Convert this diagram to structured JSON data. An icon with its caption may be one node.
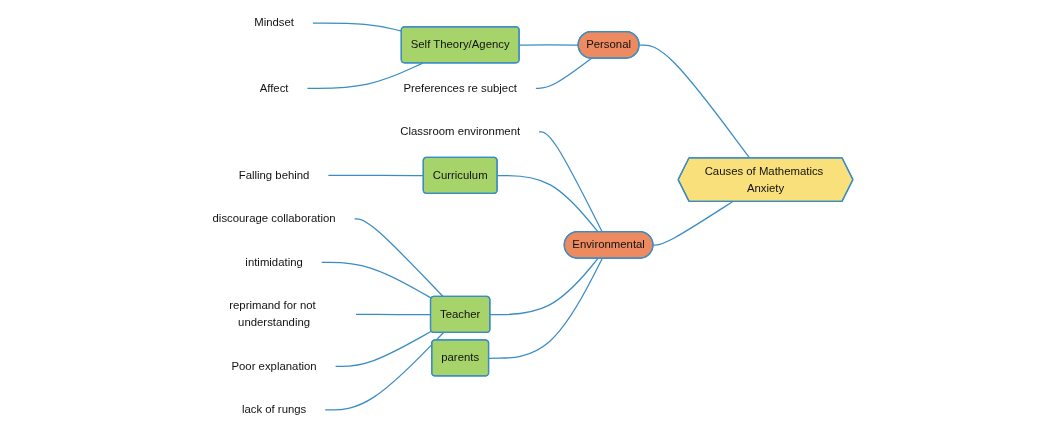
{
  "diagram": {
    "nodes": [
      {
        "text": [
          "Causes of Mathematics Anxiety"
        ]
      },
      {
        "text": [
          "Personal"
        ]
      },
      {
        "text": [
          "Self Theory/Agency"
        ]
      },
      {
        "text": [
          "Mindset"
        ]
      },
      {
        "text": [
          "Affect"
        ]
      },
      {
        "text": [
          "Preferences re subject"
        ]
      },
      {
        "text": [
          "Environmental"
        ]
      },
      {
        "text": [
          "Classroom environment"
        ]
      },
      {
        "text": [
          "Curriculum"
        ]
      },
      {
        "text": [
          "Falling behind"
        ]
      },
      {
        "text": [
          "Teacher"
        ]
      },
      {
        "text": [
          "discourage collaboration"
        ]
      },
      {
        "text": [
          "intimidating"
        ]
      },
      {
        "text": [
          "reprimand for not understanding"
        ]
      },
      {
        "text": [
          "Poor explanation"
        ]
      },
      {
        "text": [
          "lack of rungs"
        ]
      },
      {
        "text": [
          "parents"
        ]
      }
    ],
    "edges": [
      {
        "from": 0,
        "to": 1,
        "arrow": "none"
      },
      {
        "from": 0,
        "to": 6,
        "arrow": "none"
      },
      {
        "from": 1,
        "to": 2,
        "arrow": "none"
      },
      {
        "from": 1,
        "to": 5,
        "arrow": "none"
      },
      {
        "from": 2,
        "to": 3,
        "arrow": "none"
      },
      {
        "from": 2,
        "to": 4,
        "arrow": "none"
      },
      {
        "from": 6,
        "to": 7,
        "arrow": "none"
      },
      {
        "from": 6,
        "to": 8,
        "arrow": "none"
      },
      {
        "from": 6,
        "to": 10,
        "arrow": "none"
      },
      {
        "from": 6,
        "to": 16,
        "arrow": "none"
      },
      {
        "from": 8,
        "to": 9,
        "arrow": "none"
      },
      {
        "from": 10,
        "to": 11,
        "arrow": "none"
      },
      {
        "from": 10,
        "to": 12,
        "arrow": "none"
      },
      {
        "from": 10,
        "to": 13,
        "arrow": "none"
      },
      {
        "from": 10,
        "to": 14,
        "arrow": "none"
      },
      {
        "from": 10,
        "to": 15,
        "arrow": "none"
      }
    ]
  }
}
